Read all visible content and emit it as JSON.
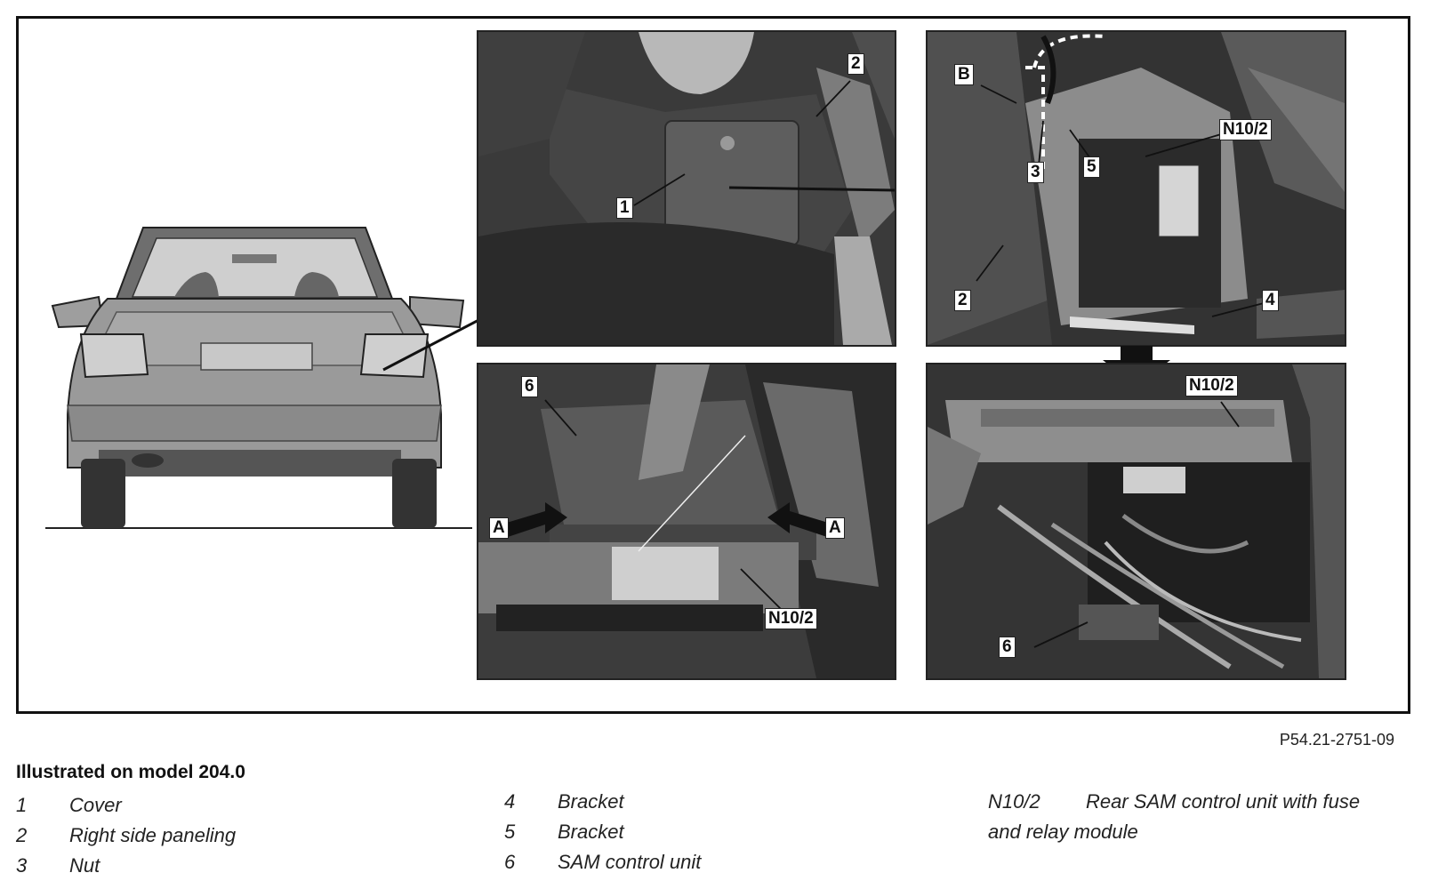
{
  "figure_code": "P54.21-2751-09",
  "legend": {
    "title": "Illustrated on model 204.0",
    "col1": [
      {
        "num": "1",
        "text": "Cover"
      },
      {
        "num": "2",
        "text": "Right side paneling"
      },
      {
        "num": "3",
        "text": "Nut"
      }
    ],
    "col2": [
      {
        "num": "4",
        "text": "Bracket"
      },
      {
        "num": "5",
        "text": "Bracket"
      },
      {
        "num": "6",
        "text": "SAM control unit"
      }
    ],
    "col3": {
      "num": "N10/2",
      "line1": "Rear SAM control unit with fuse",
      "line2": "and relay module"
    }
  },
  "callouts": {
    "p1": [
      "1",
      "2"
    ],
    "p2": [
      "B",
      "N10/2",
      "3",
      "5",
      "2",
      "4"
    ],
    "p3": [
      "6",
      "A",
      "A",
      "N10/2"
    ],
    "p4": [
      "N10/2",
      "6"
    ]
  },
  "colors": {
    "photo_dark": "#2e2e2e",
    "photo_mid": "#5a5a5a",
    "photo_light": "#9a9a9a",
    "car_body": "#8f8f8f"
  }
}
